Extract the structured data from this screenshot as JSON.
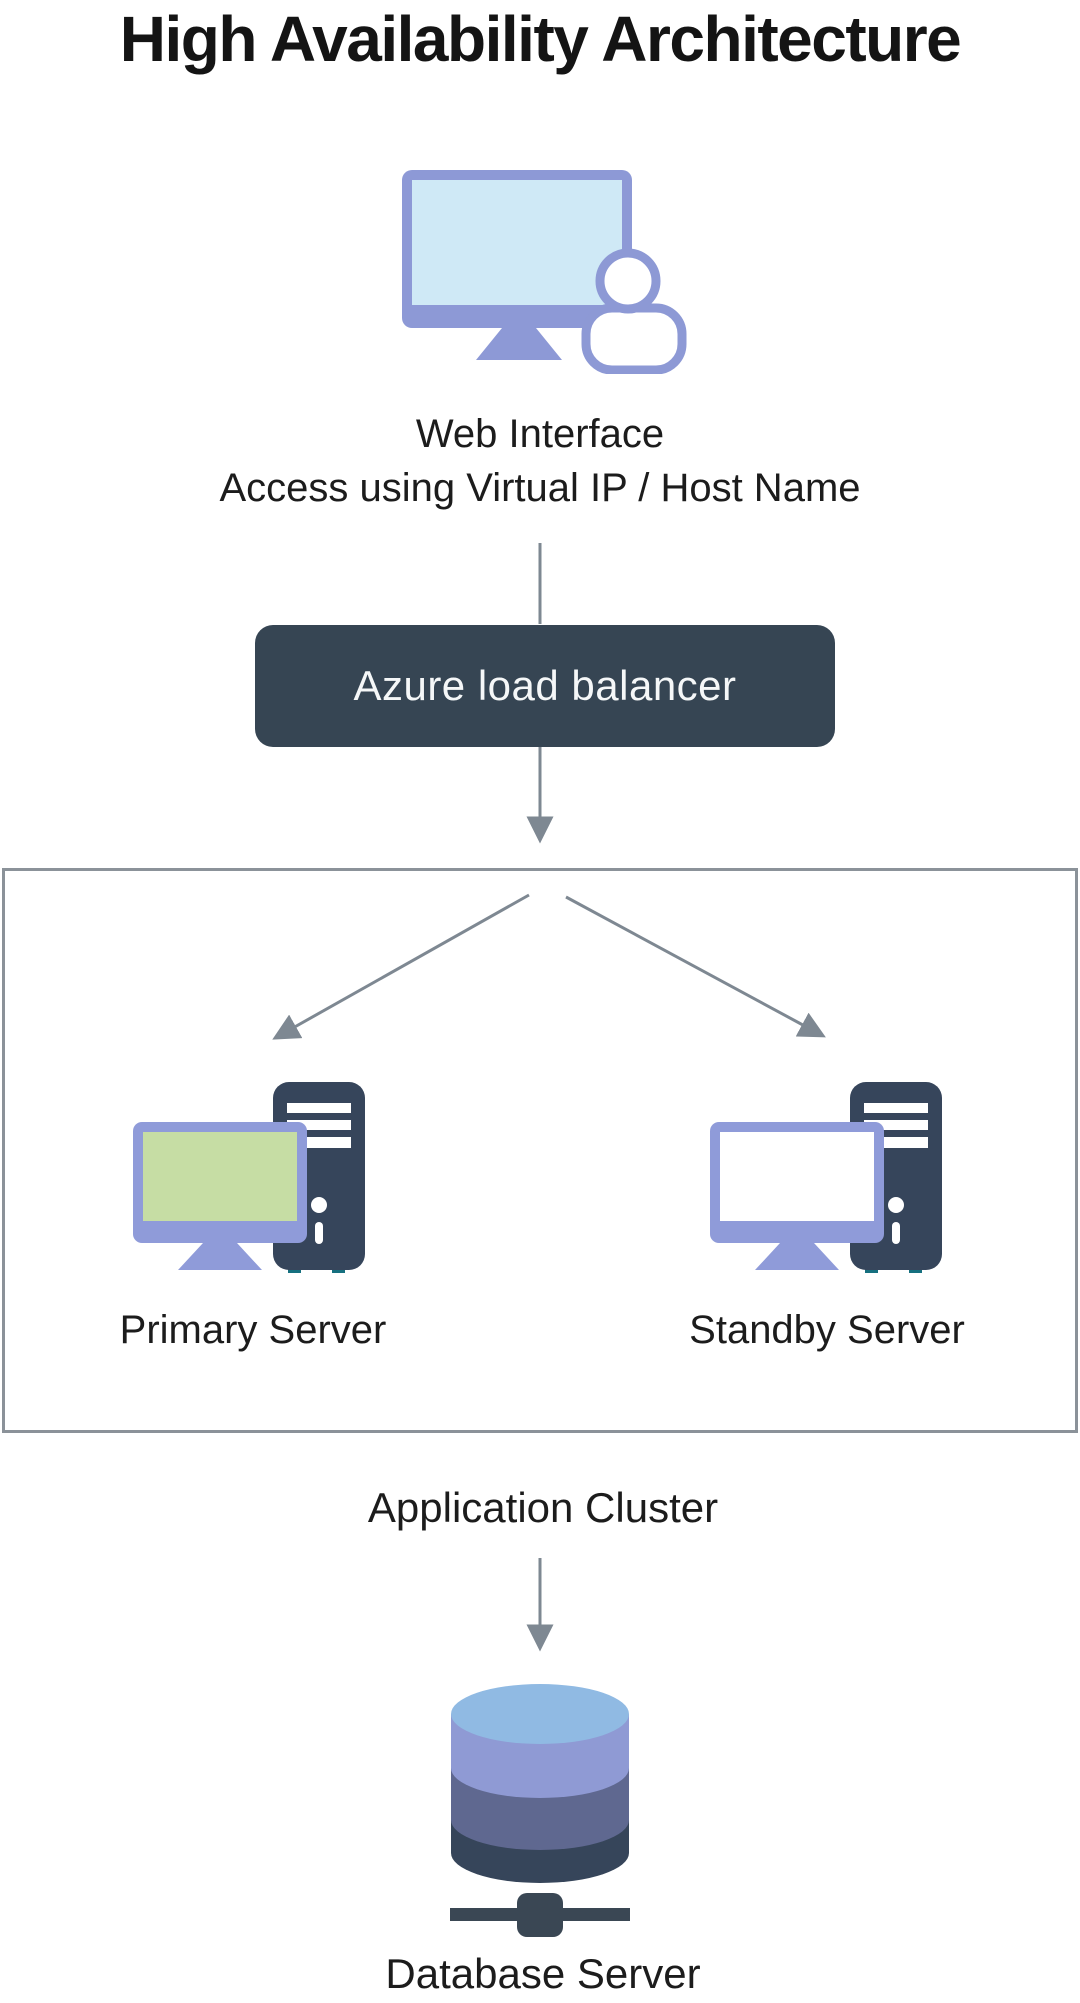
{
  "title": "High Availability Architecture",
  "web_interface": {
    "label": "Web Interface",
    "sublabel": "Access using Virtual IP / Host Name"
  },
  "load_balancer": {
    "label": "Azure load balancer",
    "bg": "#364553",
    "text_color": "#f5f7f8"
  },
  "cluster": {
    "label": "Application Cluster",
    "servers": [
      {
        "label": "Primary Server",
        "screen_color": "#c6dda4"
      },
      {
        "label": "Standby Server",
        "screen_color": "#ffffff"
      }
    ]
  },
  "database": {
    "label": "Database Server",
    "layer_colors": [
      "#90bae3",
      "#8f9ad4",
      "#5f6890",
      "#36455a"
    ]
  },
  "colors": {
    "text": "#1c1c1c",
    "arrow": "#7e8892",
    "cluster_border": "#8b9299",
    "web_monitor_frame": "#8d99d6",
    "web_screen": "#cfe9f6",
    "person_stroke": "#8d99d5",
    "monitor_frame": "#8f9bd9",
    "tower": "#36455b",
    "tower_feet": "#16707f",
    "connector": "#3a4754"
  }
}
